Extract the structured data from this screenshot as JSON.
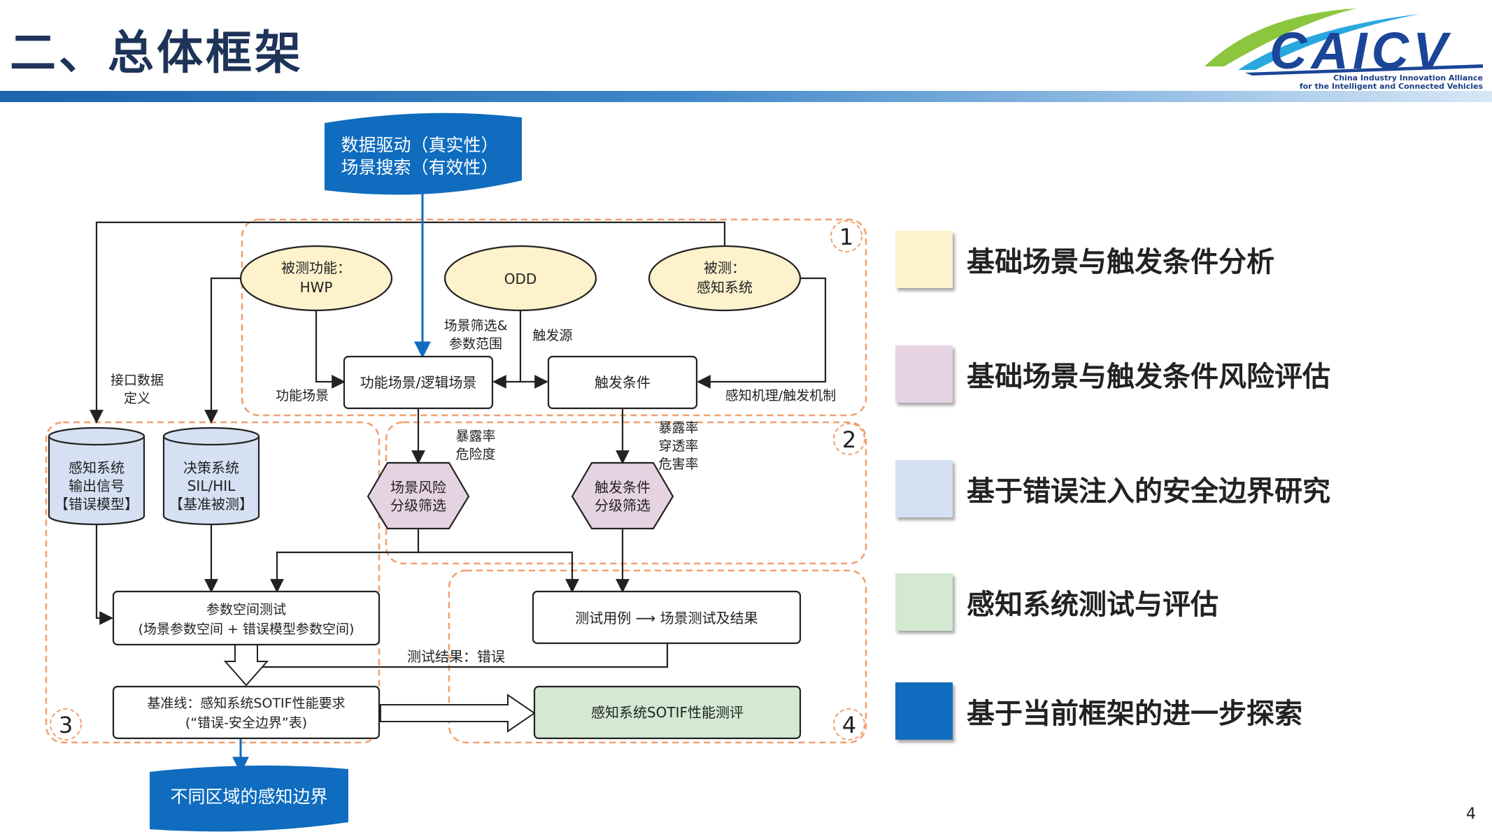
{
  "header": {
    "title": "二、总体框架",
    "logo_text": "CAICV",
    "logo_sub_line1": "China Industry Innovation Alliance",
    "logo_sub_line2": "for the Intelligent and Connected Vehicles"
  },
  "diagram": {
    "banner_top_line1": "数据驱动（真实性）",
    "banner_top_line2": "场景搜索（有效性）",
    "banner_bottom": "不同区域的感知边界",
    "ellipse_function_line1": "被测功能：",
    "ellipse_function_line2": "HWP",
    "ellipse_odd": "ODD",
    "ellipse_perception_line1": "被测：",
    "ellipse_perception_line2": "感知系统",
    "label_filter_line1": "场景筛选&",
    "label_filter_line2": "参数范围",
    "label_trigger_source": "触发源",
    "label_interface_line1": "接口数据",
    "label_interface_line2": "定义",
    "label_function_scene": "功能场景",
    "label_mechanism": "感知机理/触发机制",
    "box_logic_scene": "功能场景/逻辑场景",
    "box_trigger": "触发条件",
    "label_exposure_line1": "暴露率",
    "label_exposure_line2": "危险度",
    "label_rates_line1": "暴露率",
    "label_rates_line2": "穿透率",
    "label_rates_line3": "危害率",
    "hex_scene_line1": "场景风险",
    "hex_scene_line2": "分级筛选",
    "hex_trigger_line1": "触发条件",
    "hex_trigger_line2": "分级筛选",
    "cyl_perception_line1": "感知系统",
    "cyl_perception_line2": "输出信号",
    "cyl_perception_line3": "【错误模型】",
    "cyl_decision_line1": "决策系统",
    "cyl_decision_line2": "SIL/HIL",
    "cyl_decision_line3": "【基准被测】",
    "box_param_line1": "参数空间测试",
    "box_param_line2": "(场景参数空间 + 错误模型参数空间)",
    "box_testcase": "测试用例 ⟶ 场景测试及结果",
    "label_test_result": "测试结果：错误",
    "box_baseline_line1": "基准线：感知系统SOTIF性能要求",
    "box_baseline_line2": "(“错误-安全边界”表)",
    "box_eval": "感知系统SOTIF性能测评",
    "region_num_1": "1",
    "region_num_2": "2",
    "region_num_3": "3",
    "region_num_4": "4"
  },
  "legend": [
    {
      "label": "基础场景与触发条件分析",
      "color": "#fdf2cc"
    },
    {
      "label": "基础场景与触发条件风险评估",
      "color": "#e6d3e2"
    },
    {
      "label": "基于错误注入的安全边界研究",
      "color": "#d5e1f3"
    },
    {
      "label": "感知系统测试与评估",
      "color": "#d3e9d2"
    },
    {
      "label": "基于当前框架的进一步探索",
      "color": "#0f6cbf"
    }
  ],
  "colors": {
    "ellipse_fill": "#fdf2cc",
    "hexagon_fill": "#e6d3e2",
    "cylinder_fill": "#d5e1f3",
    "eval_fill": "#d3e9d2",
    "banner_fill": "#0f6cbf",
    "dashed_region": "#f0a070"
  },
  "page_number": "4"
}
